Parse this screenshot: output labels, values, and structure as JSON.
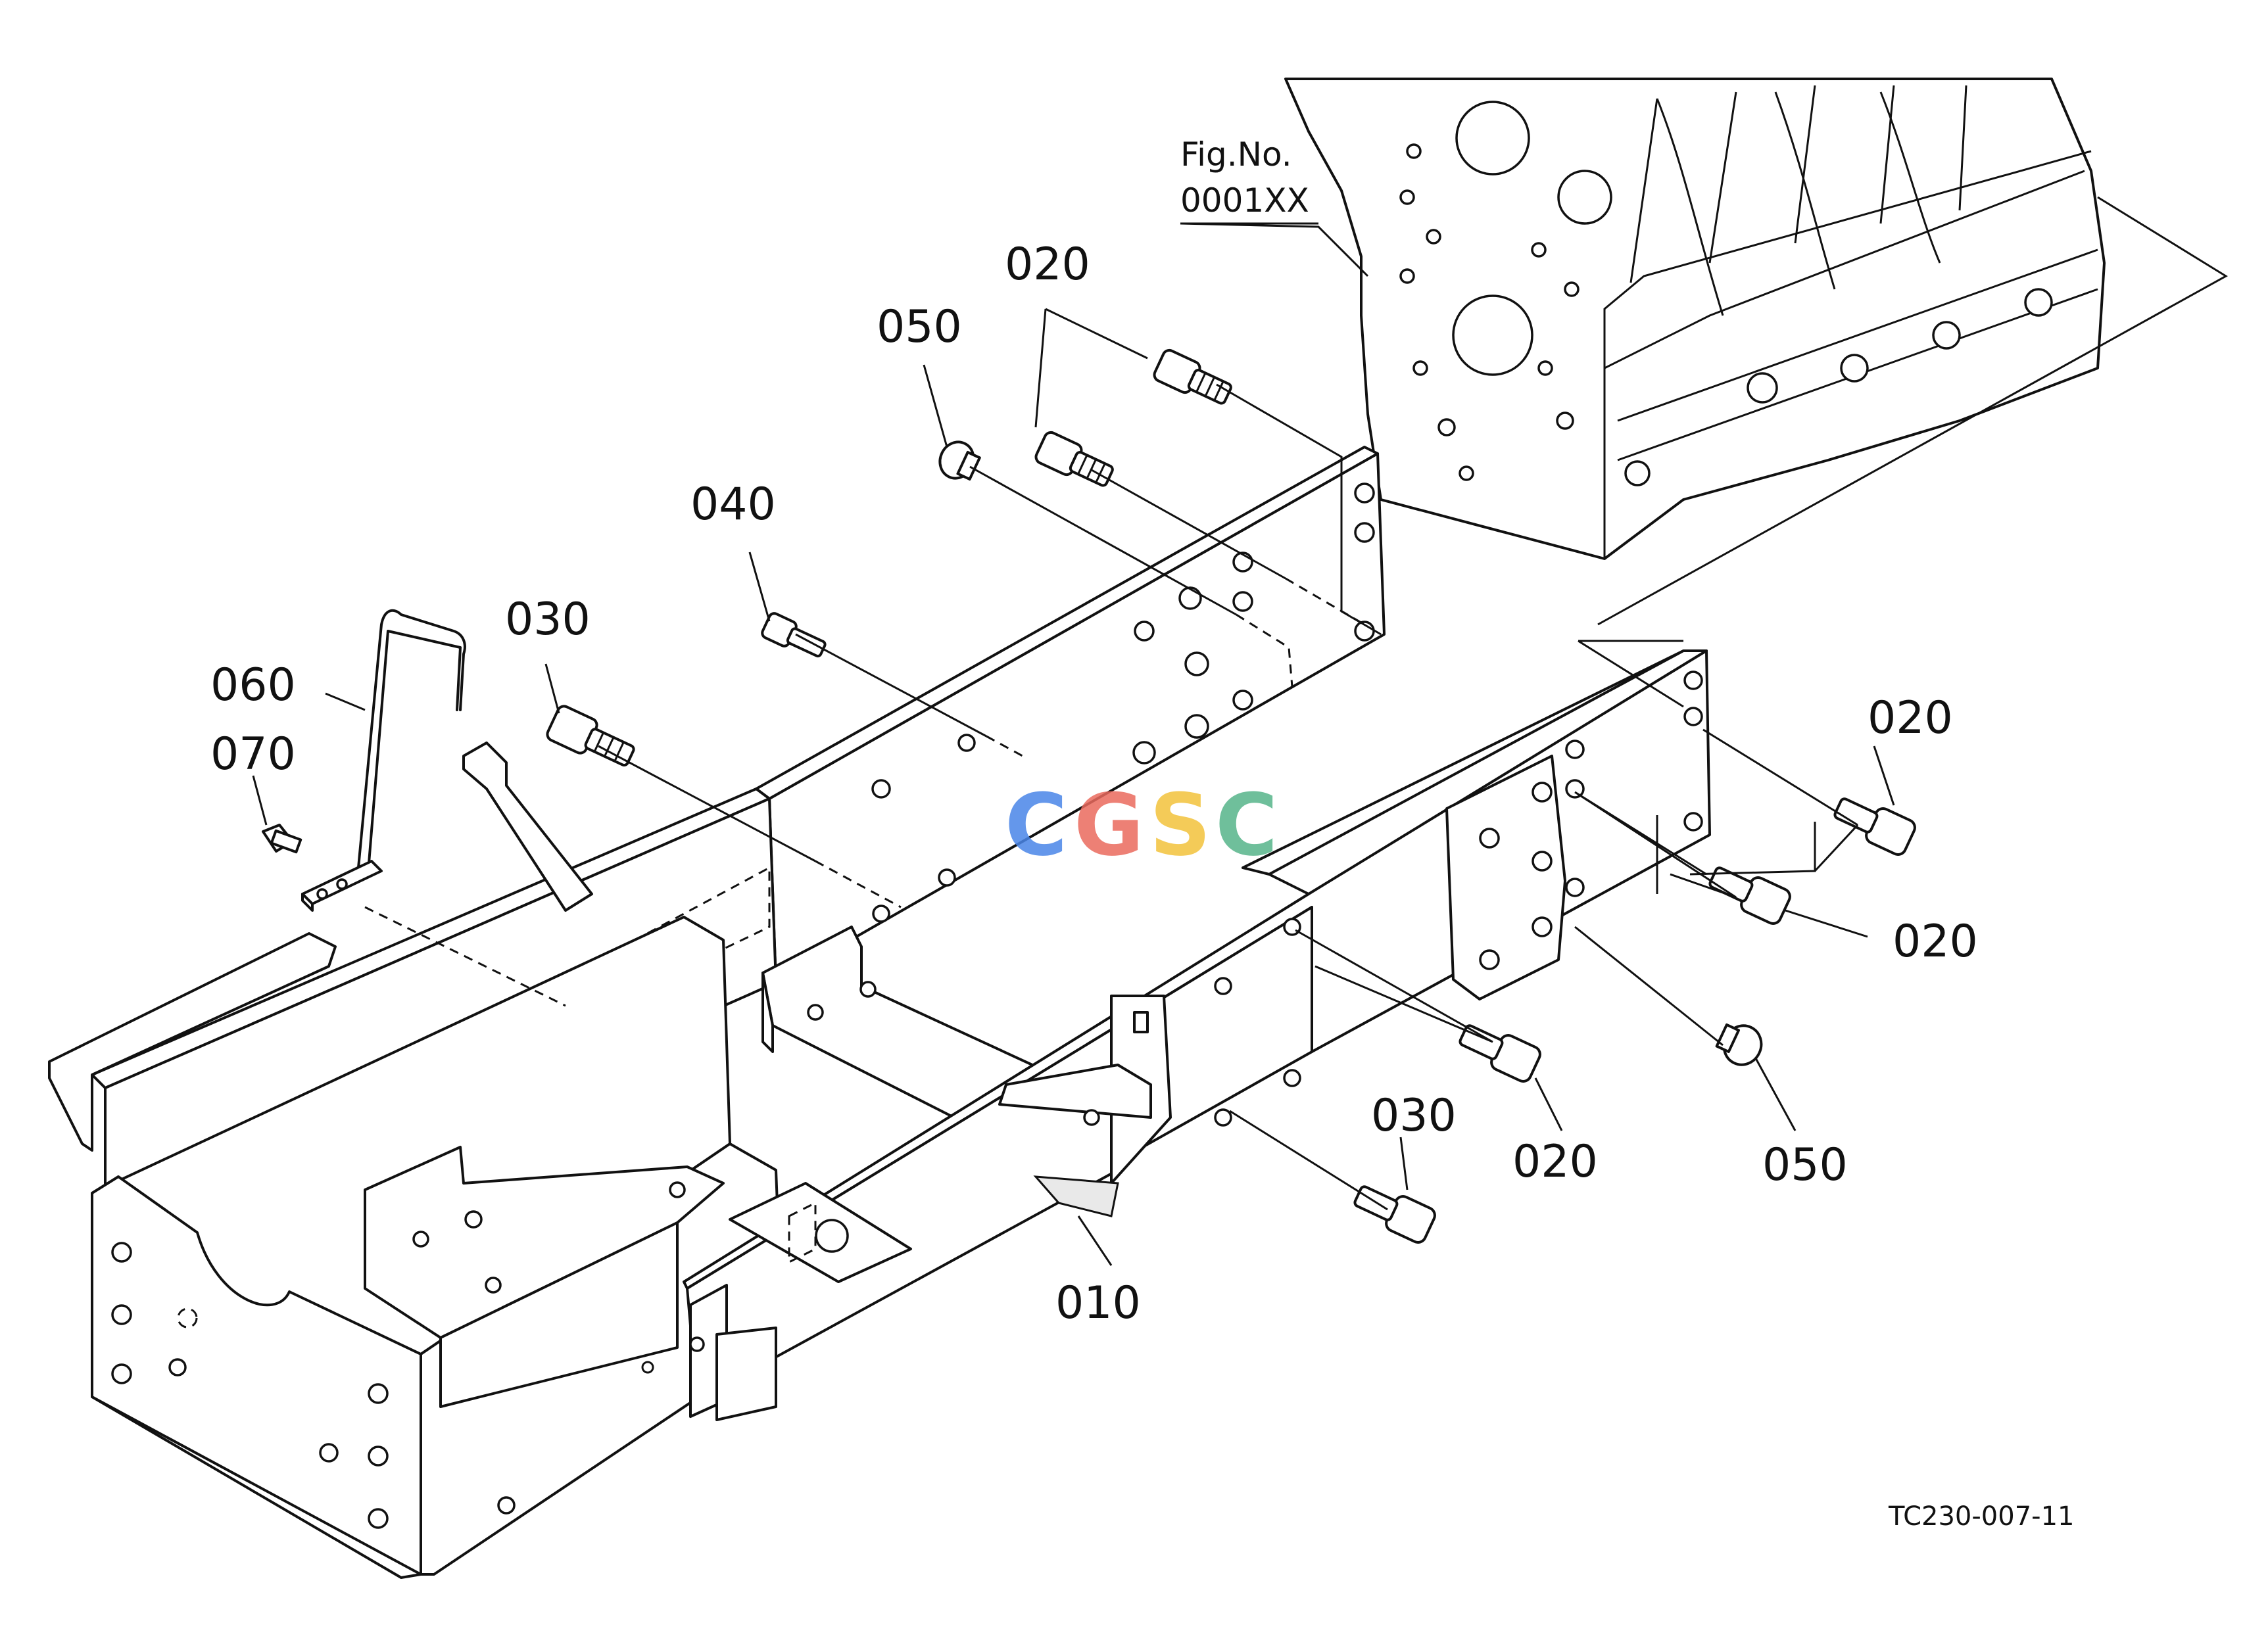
{
  "diagram": {
    "reference_label_line1": "Fig.No.",
    "reference_label_line2": "0001XX",
    "drawing_code": "TC230-007-11",
    "watermark": "CGSC",
    "watermark_colors": [
      "#4a86e8",
      "#ea6a5e",
      "#f3c33b",
      "#57b58a"
    ],
    "callouts": [
      {
        "id": "c-020-top",
        "label": "020"
      },
      {
        "id": "c-050-top",
        "label": "050"
      },
      {
        "id": "c-040",
        "label": "040"
      },
      {
        "id": "c-030-top",
        "label": "030"
      },
      {
        "id": "c-060",
        "label": "060"
      },
      {
        "id": "c-070",
        "label": "070"
      },
      {
        "id": "c-020-right-a",
        "label": "020"
      },
      {
        "id": "c-020-right-b",
        "label": "020"
      },
      {
        "id": "c-020-bottom",
        "label": "020"
      },
      {
        "id": "c-050-bottom",
        "label": "050"
      },
      {
        "id": "c-030-bottom",
        "label": "030"
      },
      {
        "id": "c-010",
        "label": "010"
      }
    ]
  }
}
